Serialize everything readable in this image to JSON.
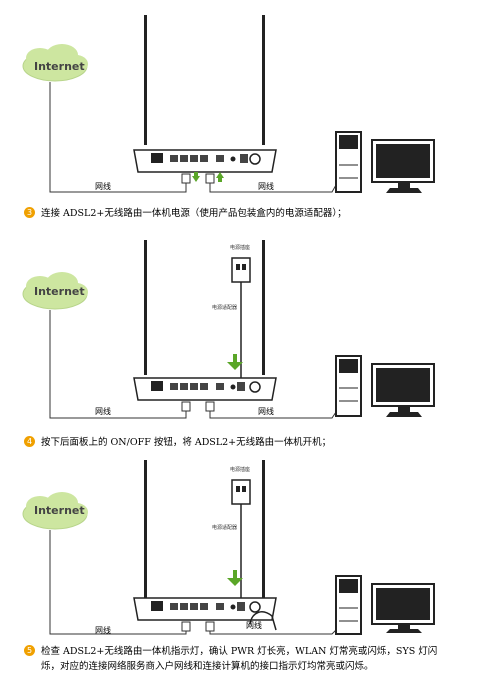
{
  "diagram": {
    "cloud_label": "Internet",
    "network_cable_label": "网线",
    "power_adapter_label": "电源适配器",
    "power_outlet_label": "电源插座"
  },
  "steps": [
    {
      "number": "③",
      "text": "连接 ADSL2+无线路由一体机电源（使用产品包装盒内的电源适配器）；"
    },
    {
      "number": "④",
      "text": "按下后面板上的 ON/OFF 按钮，将 ADSL2+无线路由一体机开机；"
    },
    {
      "number": "⑤",
      "text": "检查 ADSL2+无线路由一体机指示灯，确认 PWR 灯长亮，WLAN 灯常亮或闪烁，SYS 灯闪",
      "text_cont": "烁，对应的连接网络服务商入户网线和连接计算机的接口指示灯均常亮或闪烁。"
    }
  ],
  "colors": {
    "cloud": "#cde6a0",
    "arrow": "#5aa628",
    "step_badge": "#f0a000"
  }
}
